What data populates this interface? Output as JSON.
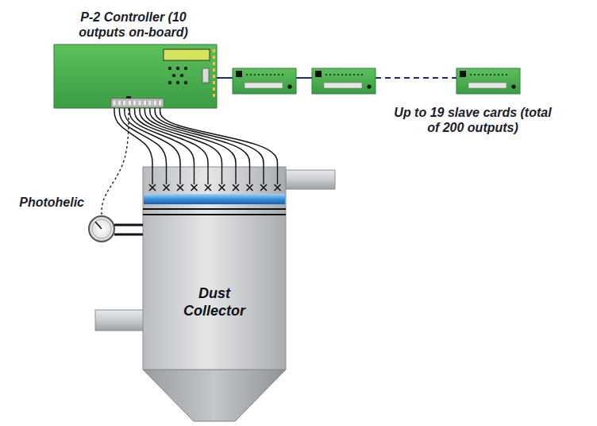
{
  "diagram": {
    "nodes": [
      {
        "text": [
          "P-2 Controller (10 outputs on-board)"
        ]
      },
      {
        "text": [
          "Photohelic"
        ]
      },
      {
        "text": [
          "Dust Collector"
        ]
      }
    ],
    "edges": [
      {
        "from": 0,
        "to": 2,
        "arrow": "none"
      },
      {
        "from": 0,
        "to": 2,
        "arrow": "none"
      },
      {
        "from": 0,
        "to": 2,
        "arrow": "none"
      },
      {
        "from": 0,
        "to": 2,
        "arrow": "none"
      },
      {
        "from": 0,
        "to": 2,
        "arrow": "none"
      },
      {
        "from": 0,
        "to": 2,
        "arrow": "none"
      },
      {
        "from": 0,
        "to": 2,
        "arrow": "none"
      },
      {
        "from": 0,
        "to": 2,
        "arrow": "none"
      },
      {
        "from": 0,
        "to": 2,
        "arrow": "none"
      },
      {
        "from": 0,
        "to": 2,
        "arrow": "none"
      },
      {
        "from": 0,
        "to": 1,
        "arrow": "none"
      },
      {
        "from": 1,
        "to": 2,
        "arrow": "none"
      },
      {
        "from": 1,
        "to": 2,
        "arrow": "none"
      }
    ],
    "labels": [
      "Up to 19 slave cards (total of 200 outputs)"
    ]
  }
}
